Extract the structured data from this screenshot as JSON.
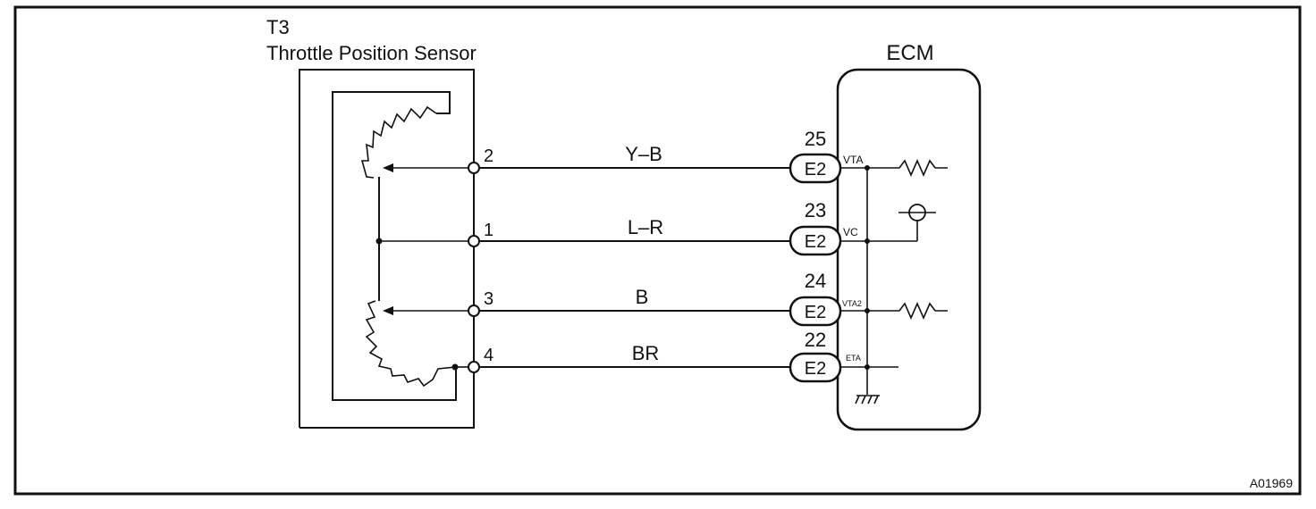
{
  "sensor": {
    "code": "T3",
    "name": "Throttle Position Sensor",
    "pins": [
      {
        "pin": "2",
        "wire": "Y–B"
      },
      {
        "pin": "1",
        "wire": "L–R"
      },
      {
        "pin": "3",
        "wire": "B"
      },
      {
        "pin": "4",
        "wire": "BR"
      }
    ]
  },
  "ecm": {
    "title": "ECM",
    "terminals": [
      {
        "number": "25",
        "connector": "E2",
        "signal": "VTA"
      },
      {
        "number": "23",
        "connector": "E2",
        "signal": "VC"
      },
      {
        "number": "24",
        "connector": "E2",
        "signal": "VTA2"
      },
      {
        "number": "22",
        "connector": "E2",
        "signal": "ETA"
      }
    ]
  },
  "figure_id": "A01969"
}
